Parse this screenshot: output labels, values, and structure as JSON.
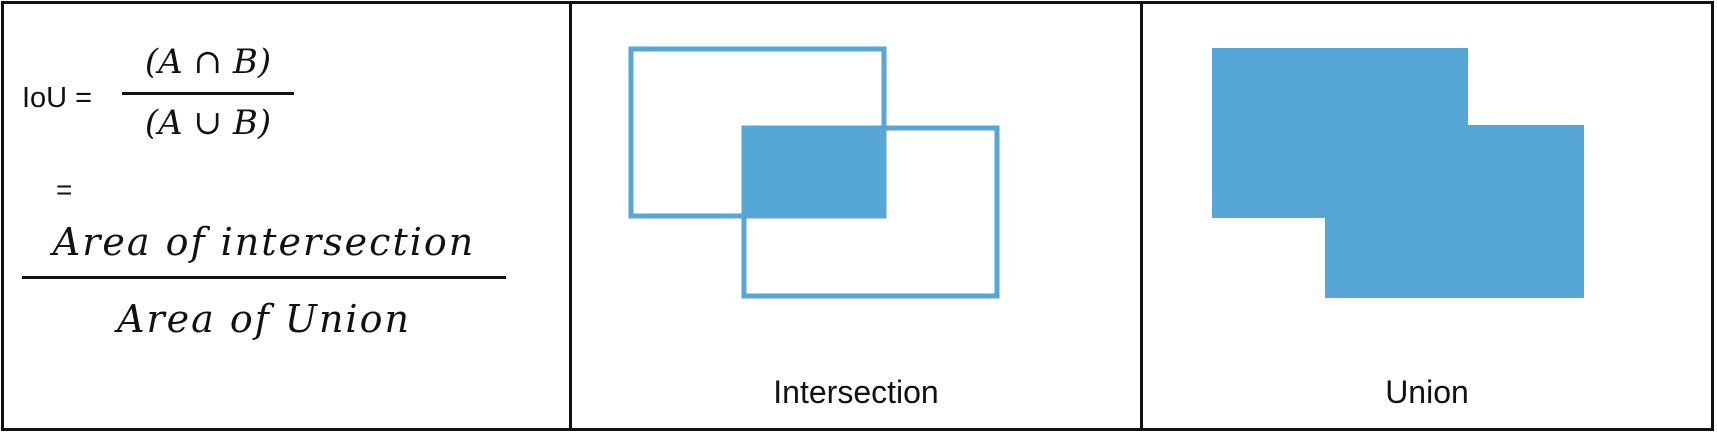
{
  "colors": {
    "box_blue": "#56a6d6",
    "border": "#111111"
  },
  "formula": {
    "lhs": "IoU =",
    "frac1_numerator": "(A ∩ B)",
    "frac1_denominator": "(A ∪ B)",
    "equals": "=",
    "frac2_numerator": "Area of intersection",
    "frac2_denominator": "Area of Union"
  },
  "panels": {
    "intersection_caption": "Intersection",
    "union_caption": "Union"
  }
}
